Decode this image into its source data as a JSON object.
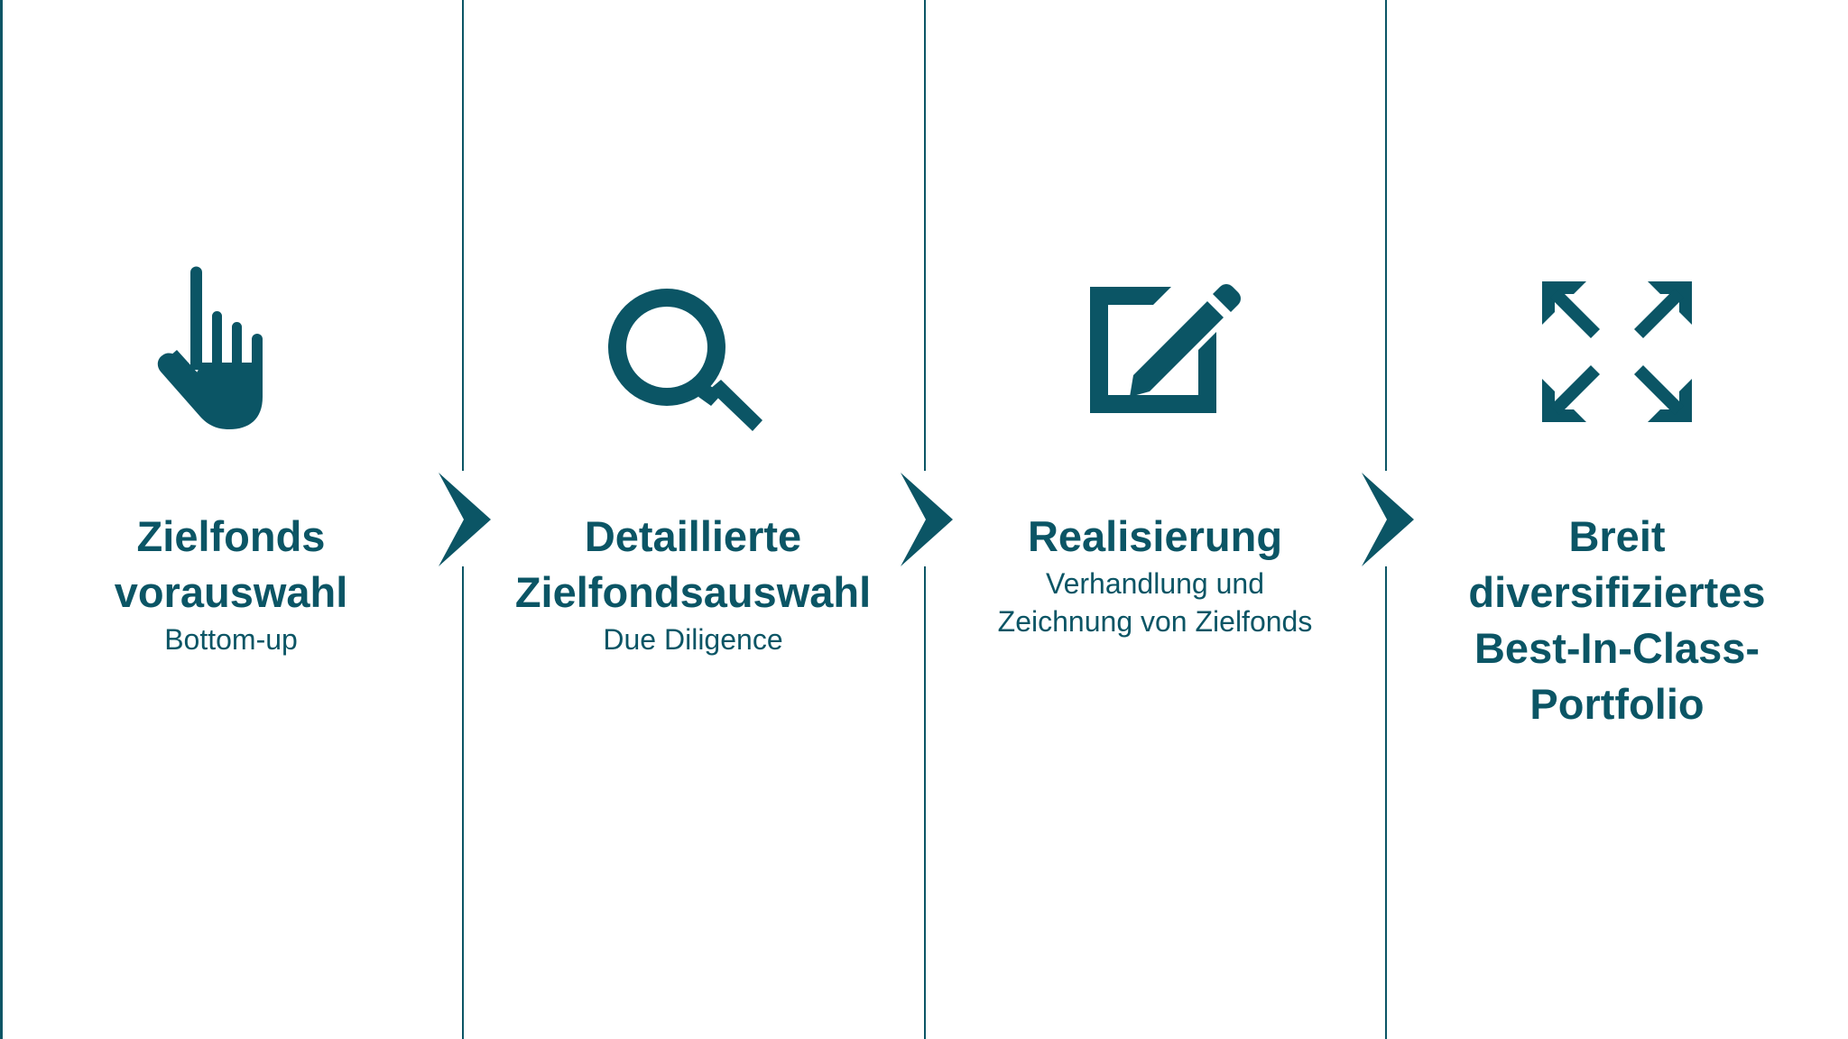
{
  "colors": {
    "primary": "#0b5565",
    "background": "#ffffff"
  },
  "steps": [
    {
      "icon": "pointing-hand-icon",
      "title_lines": [
        "Zielfonds",
        "vorauswahl"
      ],
      "subtitle_lines": [
        "Bottom-up"
      ]
    },
    {
      "icon": "magnifier-icon",
      "title_lines": [
        "Detaillierte",
        "Zielfondsauswahl"
      ],
      "subtitle_lines": [
        "Due Diligence"
      ]
    },
    {
      "icon": "edit-pencil-icon",
      "title_lines": [
        "Realisierung"
      ],
      "subtitle_lines": [
        "Verhandlung und",
        "Zeichnung von Zielfonds"
      ]
    },
    {
      "icon": "expand-arrows-icon",
      "title_lines": [
        "Breit",
        "diversifiziertes",
        "Best-In-Class-",
        "Portfolio"
      ],
      "subtitle_lines": []
    }
  ]
}
